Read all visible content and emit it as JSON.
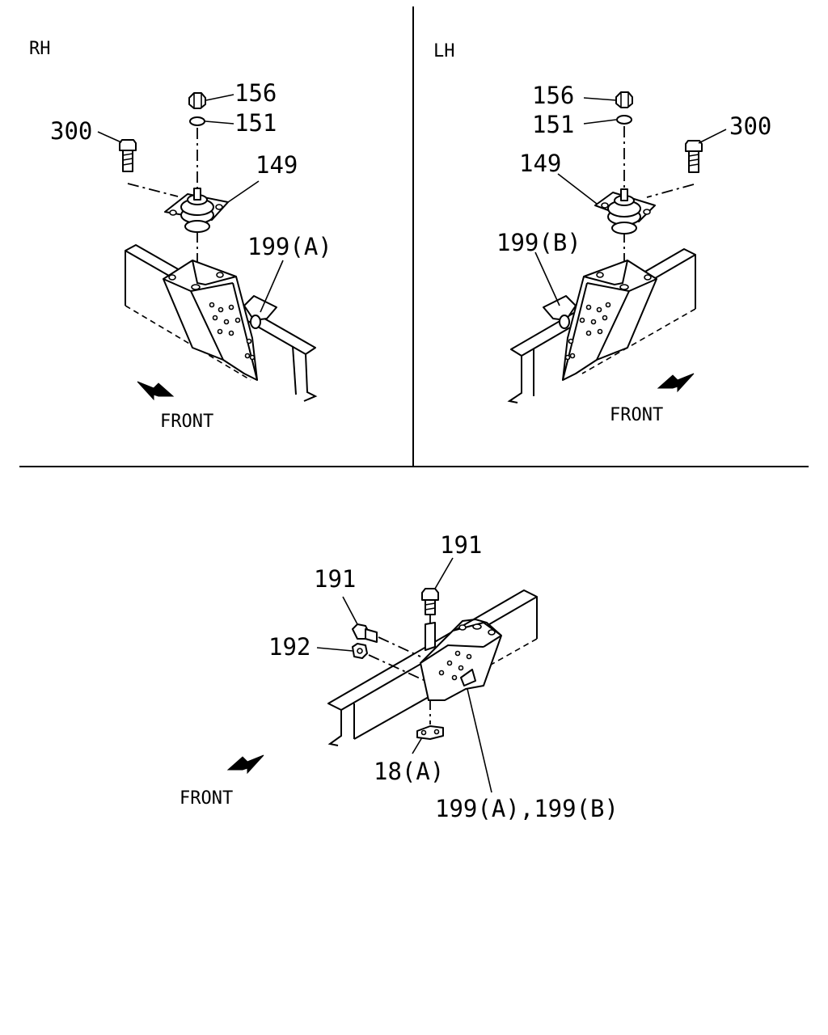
{
  "panels": {
    "rh": {
      "header": "RH",
      "front_label": "FRONT",
      "callouts": {
        "p156": "156",
        "p151": "151",
        "p300": "300",
        "p149": "149",
        "p199": "199(A)"
      }
    },
    "lh": {
      "header": "LH",
      "front_label": "FRONT",
      "callouts": {
        "p156": "156",
        "p151": "151",
        "p300": "300",
        "p149": "149",
        "p199": "199(B)"
      }
    },
    "bottom": {
      "front_label": "FRONT",
      "callouts": {
        "p191_top": "191",
        "p191_left": "191",
        "p192": "192",
        "p18": "18(A)",
        "p199": "199(A),199(B)"
      }
    }
  }
}
